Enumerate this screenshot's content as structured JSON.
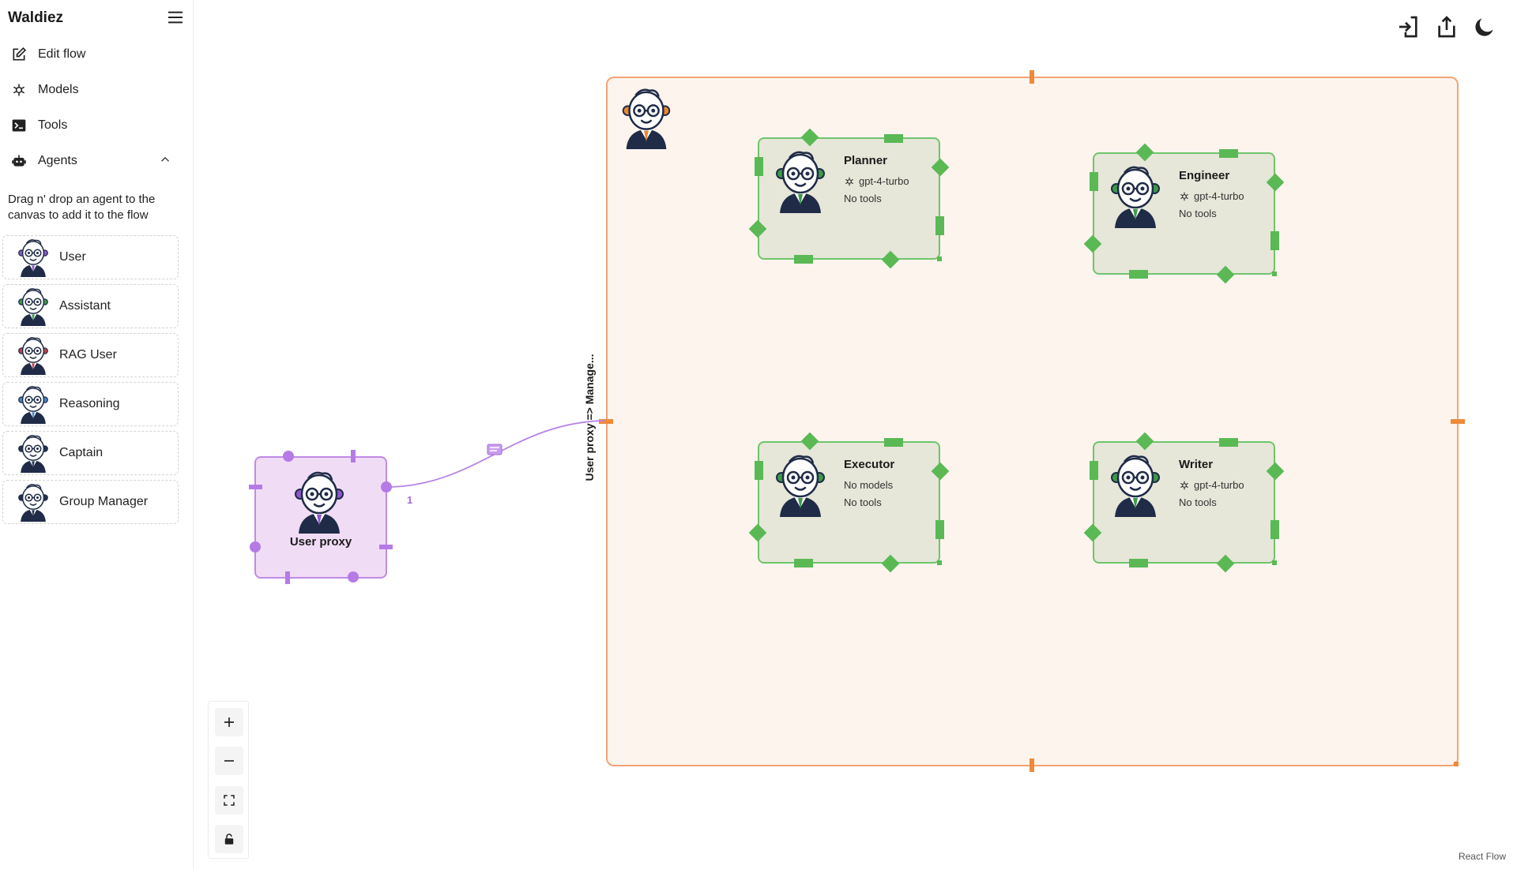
{
  "app": {
    "title": "Waldiez"
  },
  "sidebar": {
    "nav": [
      {
        "label": "Edit flow",
        "icon": "edit-icon"
      },
      {
        "label": "Models",
        "icon": "openai-icon"
      },
      {
        "label": "Tools",
        "icon": "terminal-icon"
      },
      {
        "label": "Agents",
        "icon": "robot-icon",
        "expanded": true
      }
    ],
    "drag_hint": "Drag n' drop an agent to the canvas to add it to the flow",
    "agents": [
      {
        "label": "User",
        "icon": "user-agent-icon",
        "accent": "#8e57c9"
      },
      {
        "label": "Assistant",
        "icon": "assistant-agent-icon",
        "accent": "#3d9a46"
      },
      {
        "label": "RAG User",
        "icon": "rag-user-agent-icon",
        "accent": "#c9424a"
      },
      {
        "label": "Reasoning",
        "icon": "reasoning-agent-icon",
        "accent": "#4b86c5"
      },
      {
        "label": "Captain",
        "icon": "captain-agent-icon",
        "accent": "#253352"
      },
      {
        "label": "Group Manager",
        "icon": "group-manager-agent-icon",
        "accent": "#253352"
      }
    ]
  },
  "toolbar": {
    "buttons": [
      {
        "icon": "import-icon"
      },
      {
        "icon": "export-icon"
      },
      {
        "icon": "dark-mode-icon"
      }
    ]
  },
  "canvas": {
    "user_proxy": {
      "name": "User proxy"
    },
    "edge": {
      "label": "User proxy => Manage...",
      "order": "1"
    },
    "group_agents": [
      {
        "name": "Planner",
        "model": "gpt-4-turbo",
        "tools": "No tools",
        "has_model": true
      },
      {
        "name": "Engineer",
        "model": "gpt-4-turbo",
        "tools": "No tools",
        "has_model": true
      },
      {
        "name": "Executor",
        "model": "No models",
        "tools": "No tools",
        "has_model": false
      },
      {
        "name": "Writer",
        "model": "gpt-4-turbo",
        "tools": "No tools",
        "has_model": true
      }
    ]
  },
  "colors": {
    "group_bg": "#fdf4ee",
    "group_border": "#f2a474",
    "agent_node_bg": "#e6e6d9",
    "agent_node_border": "#6fc56b",
    "user_proxy_bg": "#f1dcf5",
    "user_proxy_border": "#c08ae5"
  },
  "attribution": "React Flow"
}
